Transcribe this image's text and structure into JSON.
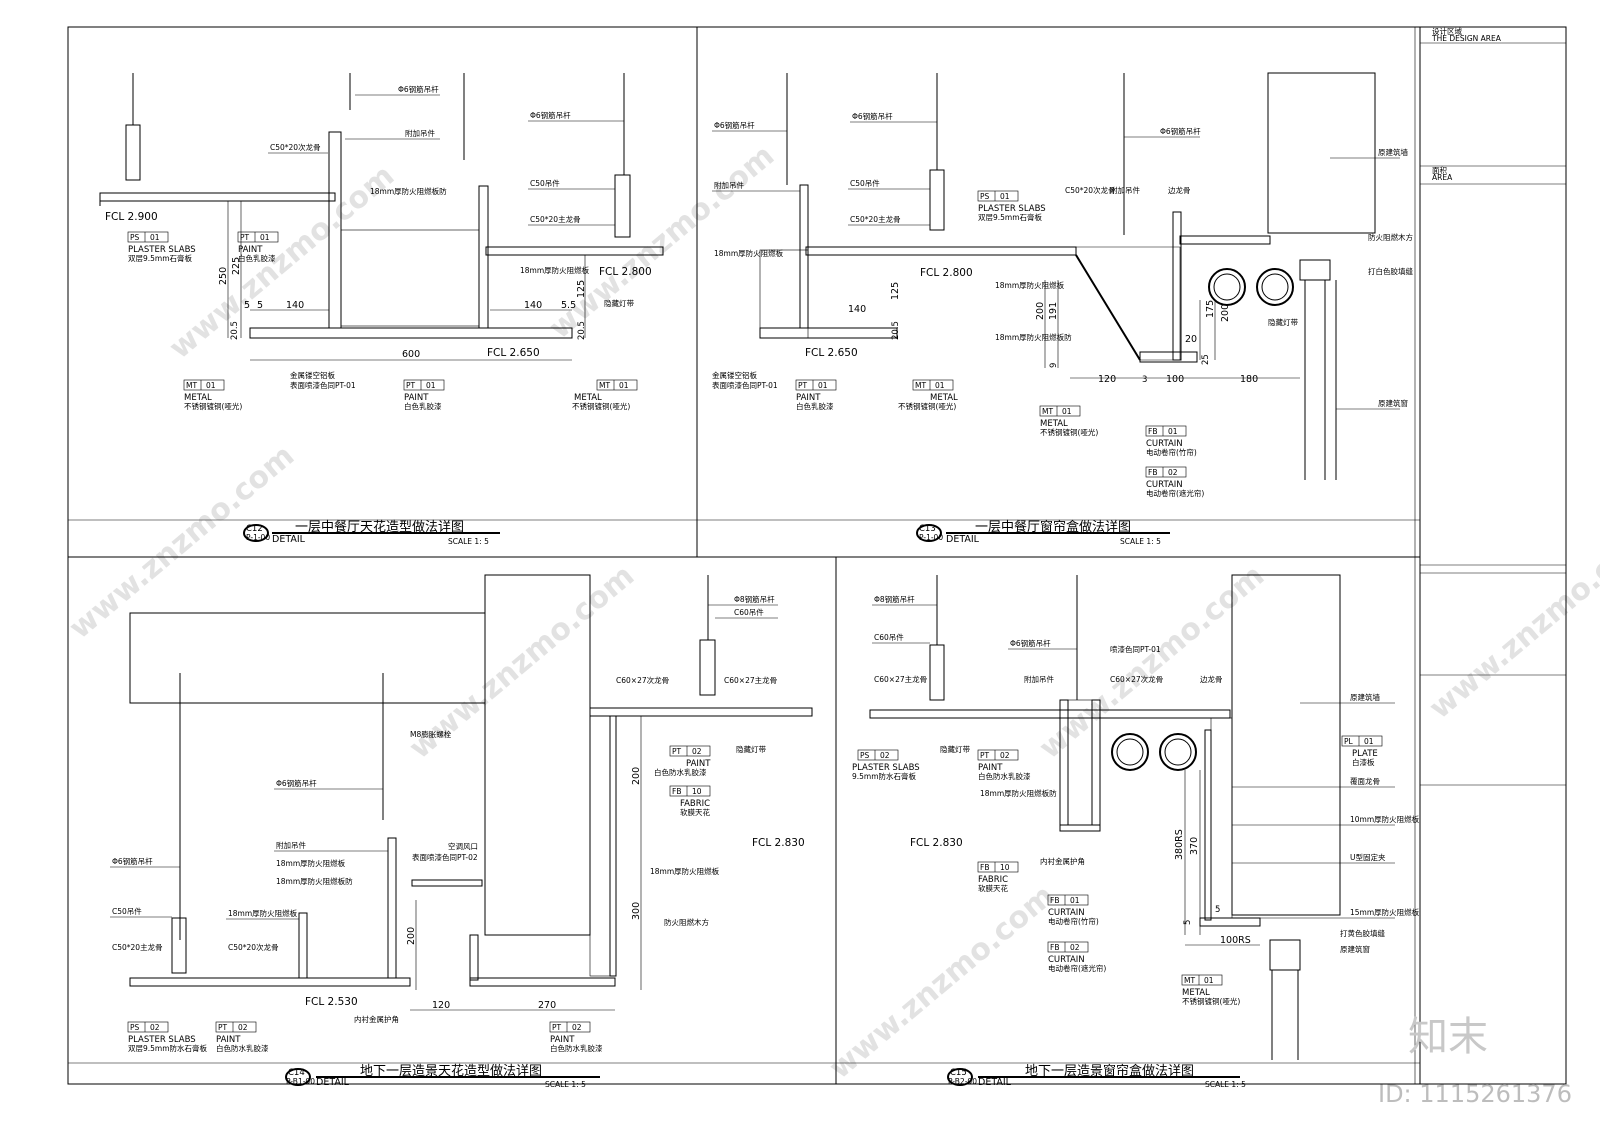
{
  "sheet": {
    "design_area_cn": "设计区域",
    "design_area_en": "THE DESIGN AREA",
    "area_cn": "面积",
    "area_en": "AREA"
  },
  "watermark": {
    "site": "www.znzmo.com",
    "brand": "知末",
    "id": "ID: 1115261376"
  },
  "details": {
    "c12": {
      "code": "C12",
      "sheet": "P-1-00",
      "label": "DETAIL",
      "title": "一层中餐厅天花造型做法详图",
      "scale": "SCALE 1: 5",
      "notes": [
        "Φ6钢筋吊杆",
        "附加吊件",
        "C50*20次龙骨",
        "18mm厚防火阻燃板防",
        "Φ6钢筋吊杆",
        "C50吊件",
        "C50*20主龙骨",
        "18mm厚防火阻燃板",
        "隐藏灯带"
      ],
      "fcl": [
        "FCL 2.900",
        "FCL 2.800",
        "FCL 2.650"
      ],
      "dims": [
        "250",
        "225",
        "20.5",
        "5",
        "5",
        "140",
        "140",
        "5.5",
        "125",
        "20.5",
        "600"
      ],
      "tags": [
        {
          "code": "PS",
          "num": "01",
          "en": "PLASTER SLABS",
          "cn": "双层9.5mm石膏板"
        },
        {
          "code": "PT",
          "num": "01",
          "en": "PAINT",
          "cn": "白色乳胶漆"
        },
        {
          "code": "MT",
          "num": "01",
          "en": "METAL",
          "cn": "不锈钢镀铜(哑光)"
        },
        {
          "code": "PT",
          "num": "01",
          "en": "PAINT",
          "cn": "白色乳胶漆"
        },
        {
          "code": "MT",
          "num": "01",
          "en": "METAL",
          "cn": "不锈钢镀铜(哑光)"
        }
      ],
      "extra_note": [
        "金属镂空铝板",
        "表面喷漆色同PT-01"
      ]
    },
    "c13": {
      "code": "C13",
      "sheet": "P-1-00",
      "label": "DETAIL",
      "title": "一层中餐厅窗帘盒做法详图",
      "scale": "SCALE 1: 5",
      "notes": [
        "Φ6钢筋吊杆",
        "附加吊件",
        "C50吊件",
        "C50*20主龙骨",
        "18mm厚防火阻燃板",
        "Φ6钢筋吊杆",
        "C50*20次龙骨",
        "附加吊件",
        "边龙骨",
        "原建筑墙",
        "防火阻燃木方",
        "打白色胶填缝",
        "18mm厚防火阻燃板",
        "18mm厚防火阻燃板防",
        "隐藏灯带",
        "原建筑窗"
      ],
      "fcl": [
        "FCL 2.800",
        "FCL 2.650"
      ],
      "dims": [
        "140",
        "125",
        "20.5",
        "200",
        "191",
        "9",
        "175",
        "200",
        "20",
        "25",
        "120",
        "100",
        "180",
        "3"
      ],
      "tags": [
        {
          "code": "PS",
          "num": "01",
          "en": "PLASTER SLABS",
          "cn": "双层9.5mm石膏板"
        },
        {
          "code": "PT",
          "num": "01",
          "en": "PAINT",
          "cn": "白色乳胶漆"
        },
        {
          "code": "MT",
          "num": "01",
          "en": "METAL",
          "cn": "不锈钢镀铜(哑光)"
        },
        {
          "code": "MT",
          "num": "01",
          "en": "METAL",
          "cn": "不锈钢镀铜(哑光)"
        },
        {
          "code": "FB",
          "num": "01",
          "en": "CURTAIN",
          "cn": "电动卷帘(竹帘)"
        },
        {
          "code": "FB",
          "num": "02",
          "en": "CURTAIN",
          "cn": "电动卷帘(遮光帘)"
        }
      ],
      "extra_note": [
        "金属镂空铝板",
        "表面喷漆色同PT-01"
      ]
    },
    "c14": {
      "code": "C14",
      "sheet": "P-B1-00",
      "label": "DETAIL",
      "title": "地下一层造景天花造型做法详图",
      "scale": "SCALE 1: 5",
      "notes": [
        "Φ8钢筋吊杆",
        "C60吊件",
        "C60×27次龙骨",
        "C60×27主龙骨",
        "隐藏灯带",
        "M8膨胀螺栓",
        "Φ6钢筋吊杆",
        "附加吊件",
        "18mm厚防火阻燃板",
        "18mm厚防火阻燃板防",
        "空调风口",
        "表面喷漆色同PT-02",
        "Φ6钢筋吊杆",
        "C50吊件",
        "18mm厚防火阻燃板",
        "C50*20次龙骨",
        "C50*20主龙骨",
        "18mm厚防火阻燃板",
        "防火阻燃木方",
        "内衬金属护角"
      ],
      "fcl": [
        "FCL 2.830",
        "FCL 2.530"
      ],
      "dims": [
        "200",
        "300",
        "200",
        "120",
        "270"
      ],
      "tags": [
        {
          "code": "PT",
          "num": "02",
          "en": "PAINT",
          "cn": "白色防水乳胶漆"
        },
        {
          "code": "FB",
          "num": "10",
          "en": "FABRIC",
          "cn": "软膜天花"
        },
        {
          "code": "PS",
          "num": "02",
          "en": "PLASTER SLABS",
          "cn": "双层9.5mm防水石膏板"
        },
        {
          "code": "PT",
          "num": "02",
          "en": "PAINT",
          "cn": "白色防水乳胶漆"
        },
        {
          "code": "PT",
          "num": "02",
          "en": "PAINT",
          "cn": "白色防水乳胶漆"
        }
      ]
    },
    "c15": {
      "code": "C15",
      "sheet": "P-B2-00",
      "label": "DETAIL",
      "title": "地下一层造景窗帘盒做法详图",
      "scale": "SCALE 1: 5",
      "notes": [
        "Φ8钢筋吊杆",
        "C60吊件",
        "C60×27主龙骨",
        "Φ6钢筋吊杆",
        "喷漆色同PT-01",
        "附加吊件",
        "C60×27次龙骨",
        "边龙骨",
        "隐藏灯带",
        "原建筑墙",
        "18mm厚防火阻燃板防",
        "覆面龙骨",
        "10mm厚防火阻燃板",
        "U型固定夹",
        "15mm厚防火阻燃板",
        "打黄色胶填缝",
        "原建筑窗",
        "内衬金属护角"
      ],
      "fcl": [
        "FCL 2.830"
      ],
      "dims": [
        "380RS",
        "370",
        "5",
        "5",
        "100RS"
      ],
      "tags": [
        {
          "code": "PS",
          "num": "02",
          "en": "PLASTER SLABS",
          "cn": "9.5mm防水石膏板"
        },
        {
          "code": "PT",
          "num": "02",
          "en": "PAINT",
          "cn": "白色防水乳胶漆"
        },
        {
          "code": "FB",
          "num": "10",
          "en": "FABRIC",
          "cn": "软膜天花"
        },
        {
          "code": "FB",
          "num": "01",
          "en": "CURTAIN",
          "cn": "电动卷帘(竹帘)"
        },
        {
          "code": "FB",
          "num": "02",
          "en": "CURTAIN",
          "cn": "电动卷帘(遮光帘)"
        },
        {
          "code": "PL",
          "num": "01",
          "en": "PLATE",
          "cn": "白漆板"
        },
        {
          "code": "MT",
          "num": "01",
          "en": "METAL",
          "cn": "不锈钢镀铜(哑光)"
        }
      ]
    }
  }
}
